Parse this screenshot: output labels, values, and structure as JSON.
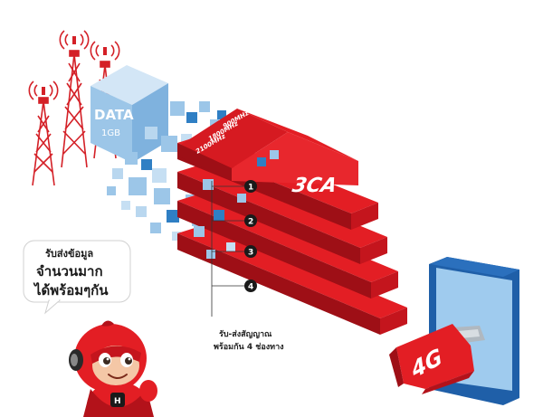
{
  "data_cube": {
    "label": "DATA",
    "size": "1GB"
  },
  "bands": [
    {
      "label": "900MHz"
    },
    {
      "label": "1800MHz"
    },
    {
      "label": "2100MHz"
    }
  ],
  "carrier_label": "3CA",
  "channels": [
    {
      "number": "1"
    },
    {
      "number": "2"
    },
    {
      "number": "3"
    },
    {
      "number": "4"
    }
  ],
  "caption": {
    "line1": "รับ-ส่งสัญญาณ",
    "line2": "พร้อมกัน 4 ช่องทาง"
  },
  "speech_bubble": {
    "line1": "รับส่งข้อมูล",
    "line2": "จำนวนมาก",
    "line3": "ได้พร้อมๆกัน"
  },
  "mascot_badge": "H",
  "plug_label": "4G",
  "colors": {
    "red": "#e31e24",
    "dark_red": "#b3121a",
    "cube_blue": "#9cc6e8",
    "cube_dark": "#2f7fc4",
    "tower_red": "#d42027",
    "tablet_blue": "#1f5fa8",
    "screen_blue": "#9fcbee"
  }
}
